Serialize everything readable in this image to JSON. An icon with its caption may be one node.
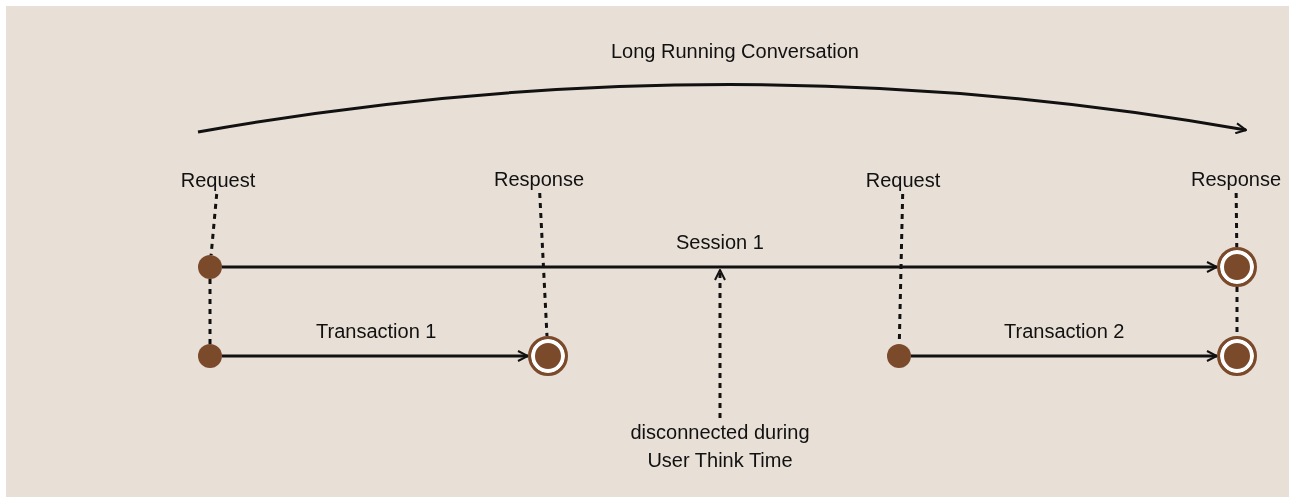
{
  "diagram": {
    "nodes": [
      {
        "text": [
          "Request"
        ]
      },
      {
        "text": [
          "Response"
        ]
      },
      {
        "text": [
          "Request"
        ]
      },
      {
        "text": [
          "Response"
        ]
      },
      {
        "text": [],
        "shape": "circle"
      },
      {
        "text": [],
        "shape": "circle"
      },
      {
        "text": [],
        "shape": "circle"
      },
      {
        "text": [],
        "shape": "circle"
      },
      {
        "text": [],
        "shape": "circle"
      },
      {
        "text": [],
        "shape": "circle"
      },
      {
        "text": [
          "disconnected during User Think Time"
        ]
      }
    ],
    "edges": [
      {
        "from": 0,
        "to": 4,
        "arrow": "none",
        "style": "dashed"
      },
      {
        "from": 4,
        "to": 5,
        "arrow": "none",
        "style": "dashed"
      },
      {
        "from": 1,
        "to": 6,
        "arrow": "none",
        "style": "dashed"
      },
      {
        "from": 2,
        "to": 7,
        "arrow": "none",
        "style": "dashed"
      },
      {
        "from": 3,
        "to": 8,
        "arrow": "none",
        "style": "dashed"
      },
      {
        "from": 8,
        "to": 9,
        "arrow": "none",
        "style": "dashed"
      },
      {
        "from": 4,
        "to": 8,
        "arrow": "to",
        "label": "Session 1"
      },
      {
        "from": 5,
        "to": 6,
        "arrow": "to",
        "label": "Transaction 1"
      },
      {
        "from": 7,
        "to": 9,
        "arrow": "to",
        "label": "Transaction 2"
      },
      {
        "from": 10,
        "to": null,
        "arrow": "to",
        "style": "dashed"
      }
    ],
    "labels": [
      "Long Running Conversation"
    ]
  }
}
